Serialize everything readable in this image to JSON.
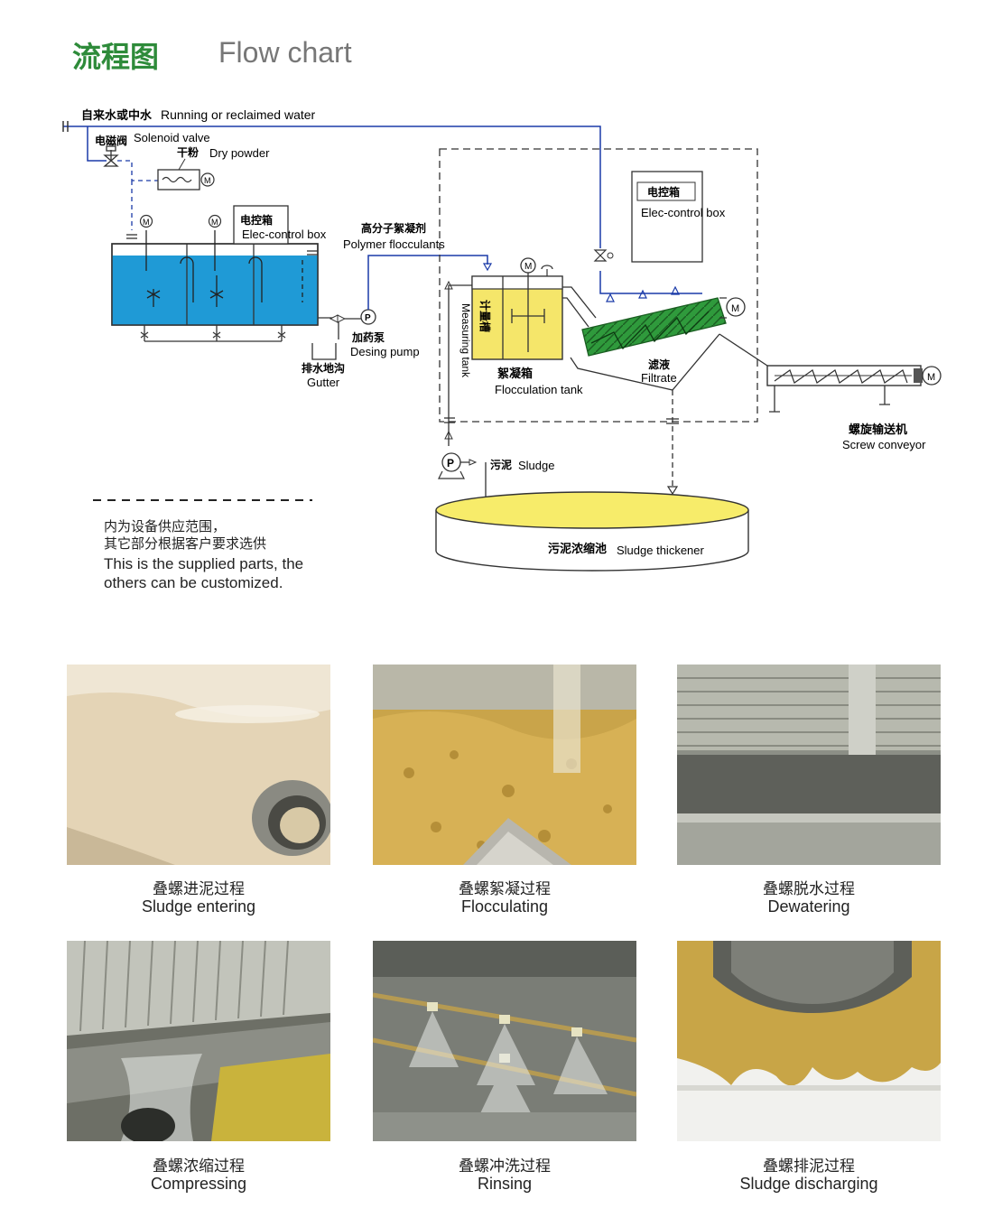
{
  "header": {
    "title_cn": "流程图",
    "title_en": "Flow chart"
  },
  "diagram": {
    "water_cn": "自来水或中水",
    "water_en": "Running or reclaimed water",
    "valve_cn": "电磁阀",
    "valve_en": "Solenoid valve",
    "powder_cn": "干粉",
    "powder_en": "Dry powder",
    "elec1_cn": "电控箱",
    "elec1_en": "Elec-control box",
    "elec2_cn": "电控箱",
    "elec2_en": "Elec-control box",
    "polymer_cn": "高分子絮凝剂",
    "polymer_en": "Polymer flocculants",
    "pump_cn": "加药泵",
    "pump_en": "Desing pump",
    "gutter_cn": "排水地沟",
    "gutter_en": "Gutter",
    "measure_cn": "计量槽",
    "measure_en": "Measuring tank",
    "floc_cn": "絮凝箱",
    "floc_en": "Flocculation tank",
    "filtrate_cn": "滤液",
    "filtrate_en": "Filtrate",
    "screw_cn": "螺旋输送机",
    "screw_en": "Screw conveyor",
    "sludge_cn": "污泥",
    "sludge_en": "Sludge",
    "thickener_cn": "污泥浓缩池",
    "thickener_en": "Sludge thickener",
    "motor": "M",
    "pump_symbol": "P"
  },
  "note": {
    "cn_line1": "内为设备供应范围，",
    "cn_line2": "其它部分根据客户要求选供",
    "en_line1": "This is the supplied parts, the",
    "en_line2": "others can be customized."
  },
  "photos": [
    {
      "cn": "叠螺进泥过程",
      "en": "Sludge entering"
    },
    {
      "cn": "叠螺絮凝过程",
      "en": "Flocculating"
    },
    {
      "cn": "叠螺脱水过程",
      "en": "Dewatering"
    },
    {
      "cn": "叠螺浓缩过程",
      "en": "Compressing"
    },
    {
      "cn": "叠螺冲洗过程",
      "en": "Rinsing"
    },
    {
      "cn": "叠螺排泥过程",
      "en": "Sludge discharging"
    }
  ],
  "colors": {
    "title_green": "#2e8b3a",
    "water_blue": "#1f9ad6",
    "pipe_blue": "#1a3aa8",
    "tank_yellow": "#f5e66a",
    "screw_green": "#2f9a3c",
    "sludge_yellow": "#f7ec6a"
  }
}
